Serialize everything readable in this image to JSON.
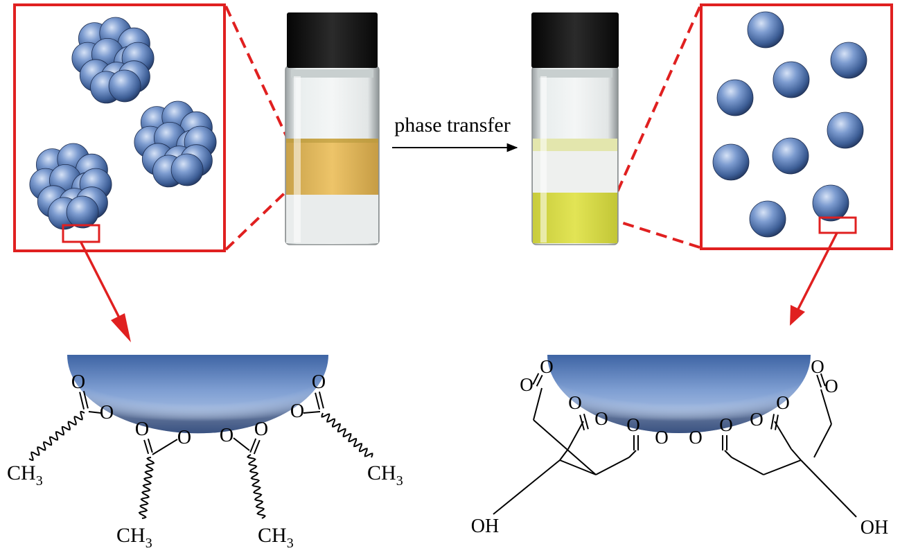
{
  "process": {
    "label": "phase transfer"
  },
  "before": {
    "ligand_end_group": "CH",
    "ligand_end_sub": "3",
    "oxygen_symbol": "O"
  },
  "after": {
    "terminal_group": "OH",
    "oxygen_symbol": "O"
  },
  "colors": {
    "frame_red": "#e02020",
    "particle_blue": "#4a6fa8",
    "organic_phase": "#e7b75a",
    "aqueous_phase_after": "#d8dd48",
    "cap": "#151515"
  }
}
